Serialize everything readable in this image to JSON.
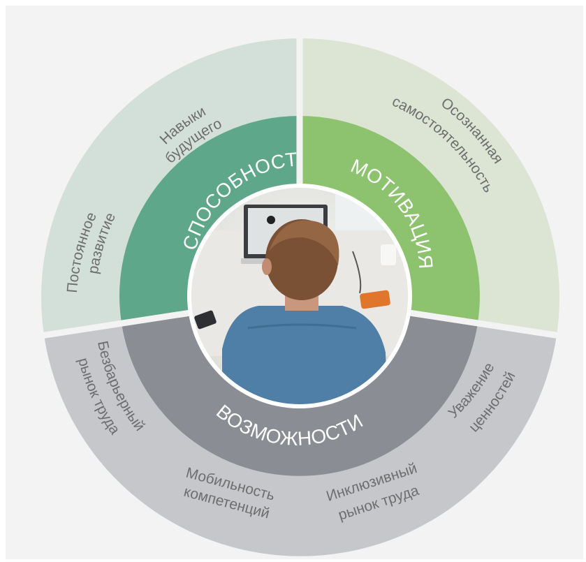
{
  "colors": {
    "frame_bg": "#f3f3f3",
    "gap": "#f3f3f3",
    "abilities_outer": "#d3dfd9",
    "abilities_inner": "#5fa78a",
    "motivation_outer": "#dce5d4",
    "motivation_inner": "#8dc26f",
    "opportunities_outer": "#c5c7ca",
    "opportunities_inner": "#8a8d93",
    "outer_text": "#6e6e6e",
    "inner_text": "#ffffff"
  },
  "segments": {
    "abilities": {
      "title": "СПОСОБНОСТИ",
      "items": [
        "Навыки",
        "будущего",
        "Постоянное",
        "развитие"
      ]
    },
    "motivation": {
      "title": "МОТИВАЦИЯ",
      "items": [
        "Осознанная",
        "самостоятельность"
      ]
    },
    "opportunities": {
      "title": "ВОЗМОЖНОСТИ",
      "items": [
        "Безбарьерный",
        "рынок труда",
        "Мобильность",
        "компетенций",
        "Инклюзивный",
        "рынок труда",
        "Уважение",
        "ценностей"
      ]
    }
  },
  "center": {
    "photo": "person-at-laptop-photo"
  }
}
